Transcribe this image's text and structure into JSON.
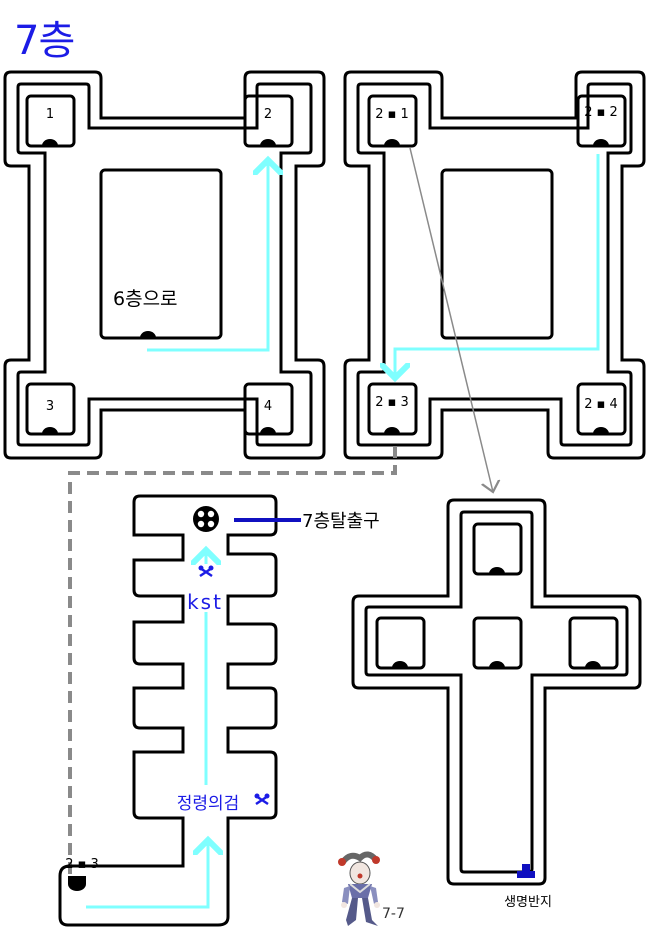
{
  "title": "7층",
  "rooms": {
    "h1": [
      "1",
      "2",
      "3",
      "4"
    ],
    "h2": [
      "2 ▪ 1",
      "2 ▪ 2",
      "2 ▪ 3",
      "2 ▪ 4"
    ],
    "corridor_start": "2 ▪ 3"
  },
  "labels": {
    "down_stairs": "6층으로",
    "exit": "7층탈출구",
    "kst": "kst",
    "spirit_sword": "정령의검",
    "life_ring": "생명반지",
    "map_code": "7-7"
  },
  "colors": {
    "wall": "#000000",
    "route": "#7fffff",
    "link_dashed": "#8a8a8a",
    "link_thin": "#8a8a8a",
    "accent_blue": "#1c1ce6",
    "exit_line": "#1010c0"
  },
  "icons": {
    "exit": "crosshair-portal-icon",
    "item": "bow-marker-icon",
    "ring": "ring-marker-icon",
    "character": "jester-character-icon"
  }
}
